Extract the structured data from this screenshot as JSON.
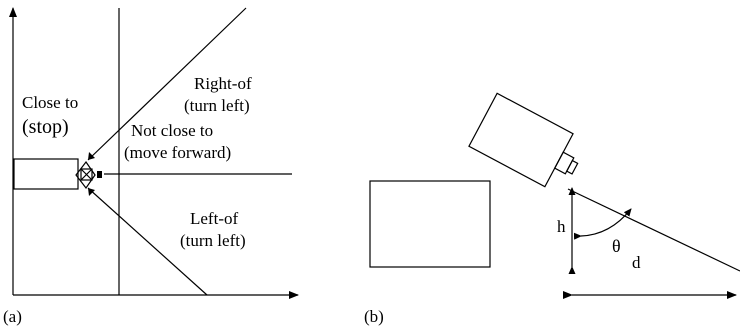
{
  "panel_a": {
    "label": "(a)",
    "regions": {
      "close_to_line1": "Close to",
      "close_to_line2": "(stop)",
      "right_of_line1": "Right-of",
      "right_of_line2": "(turn left)",
      "not_close_line1": "Not close to",
      "not_close_line2": "(move forward)",
      "left_of_line1": "Left-of",
      "left_of_line2": "(turn left)"
    }
  },
  "panel_b": {
    "label": "(b)",
    "h_label": "h",
    "theta_label": "θ",
    "d_label": "d"
  }
}
